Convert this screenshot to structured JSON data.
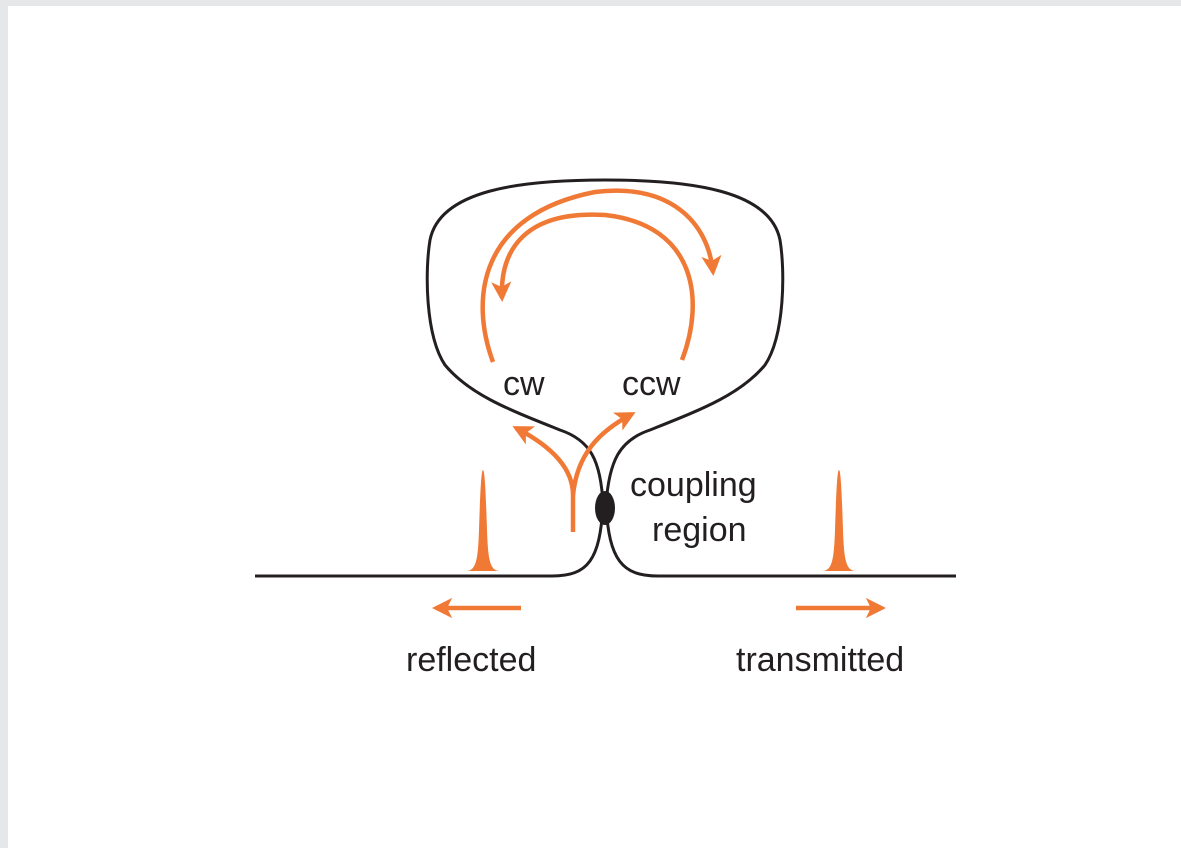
{
  "colors": {
    "background_border": "#e6e7e8",
    "canvas": "#ffffff",
    "line": "#231f20",
    "accent": "#f07a35"
  },
  "labels": {
    "cw": "cw",
    "ccw": "ccw",
    "coupling_line1": "coupling",
    "coupling_line2": "region",
    "reflected": "reflected",
    "transmitted": "transmitted"
  }
}
